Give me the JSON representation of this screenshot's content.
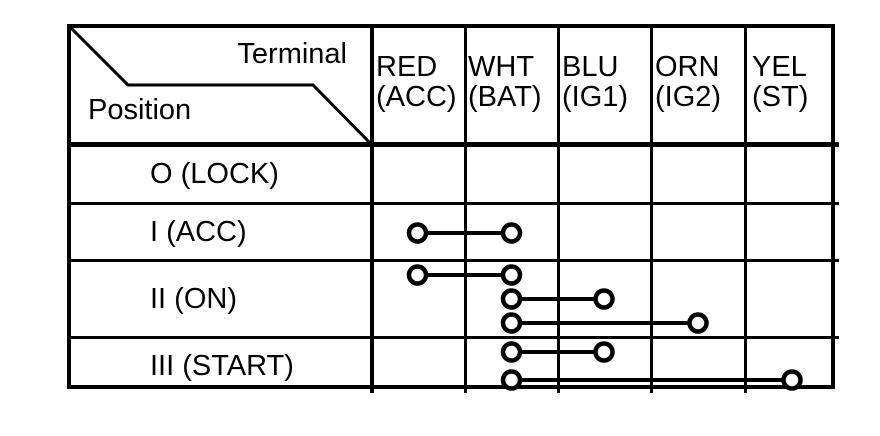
{
  "table": {
    "corner": {
      "top_label": "Terminal",
      "bottom_label": "Position"
    },
    "columns": [
      {
        "terminal": "RED",
        "name": "(ACC)"
      },
      {
        "terminal": "WHT",
        "name": "(BAT)"
      },
      {
        "terminal": "BLU",
        "name": "(IG1)"
      },
      {
        "terminal": "ORN",
        "name": "(IG2)"
      },
      {
        "terminal": "YEL",
        "name": "(ST)"
      }
    ],
    "rows": [
      {
        "label": "O (LOCK)",
        "connections": []
      },
      {
        "label": "I (ACC)",
        "connections": [
          {
            "from": "RED",
            "to": "WHT"
          }
        ]
      },
      {
        "label": "II (ON)",
        "connections": [
          {
            "from": "RED",
            "to": "WHT"
          },
          {
            "from": "WHT",
            "to": "BLU"
          },
          {
            "from": "WHT",
            "to": "ORN"
          }
        ]
      },
      {
        "label": "III (START)",
        "connections": [
          {
            "from": "WHT",
            "to": "BLU"
          },
          {
            "from": "WHT",
            "to": "YEL"
          }
        ]
      }
    ]
  },
  "colors": {
    "ink": "#000000",
    "background": "#ffffff"
  }
}
